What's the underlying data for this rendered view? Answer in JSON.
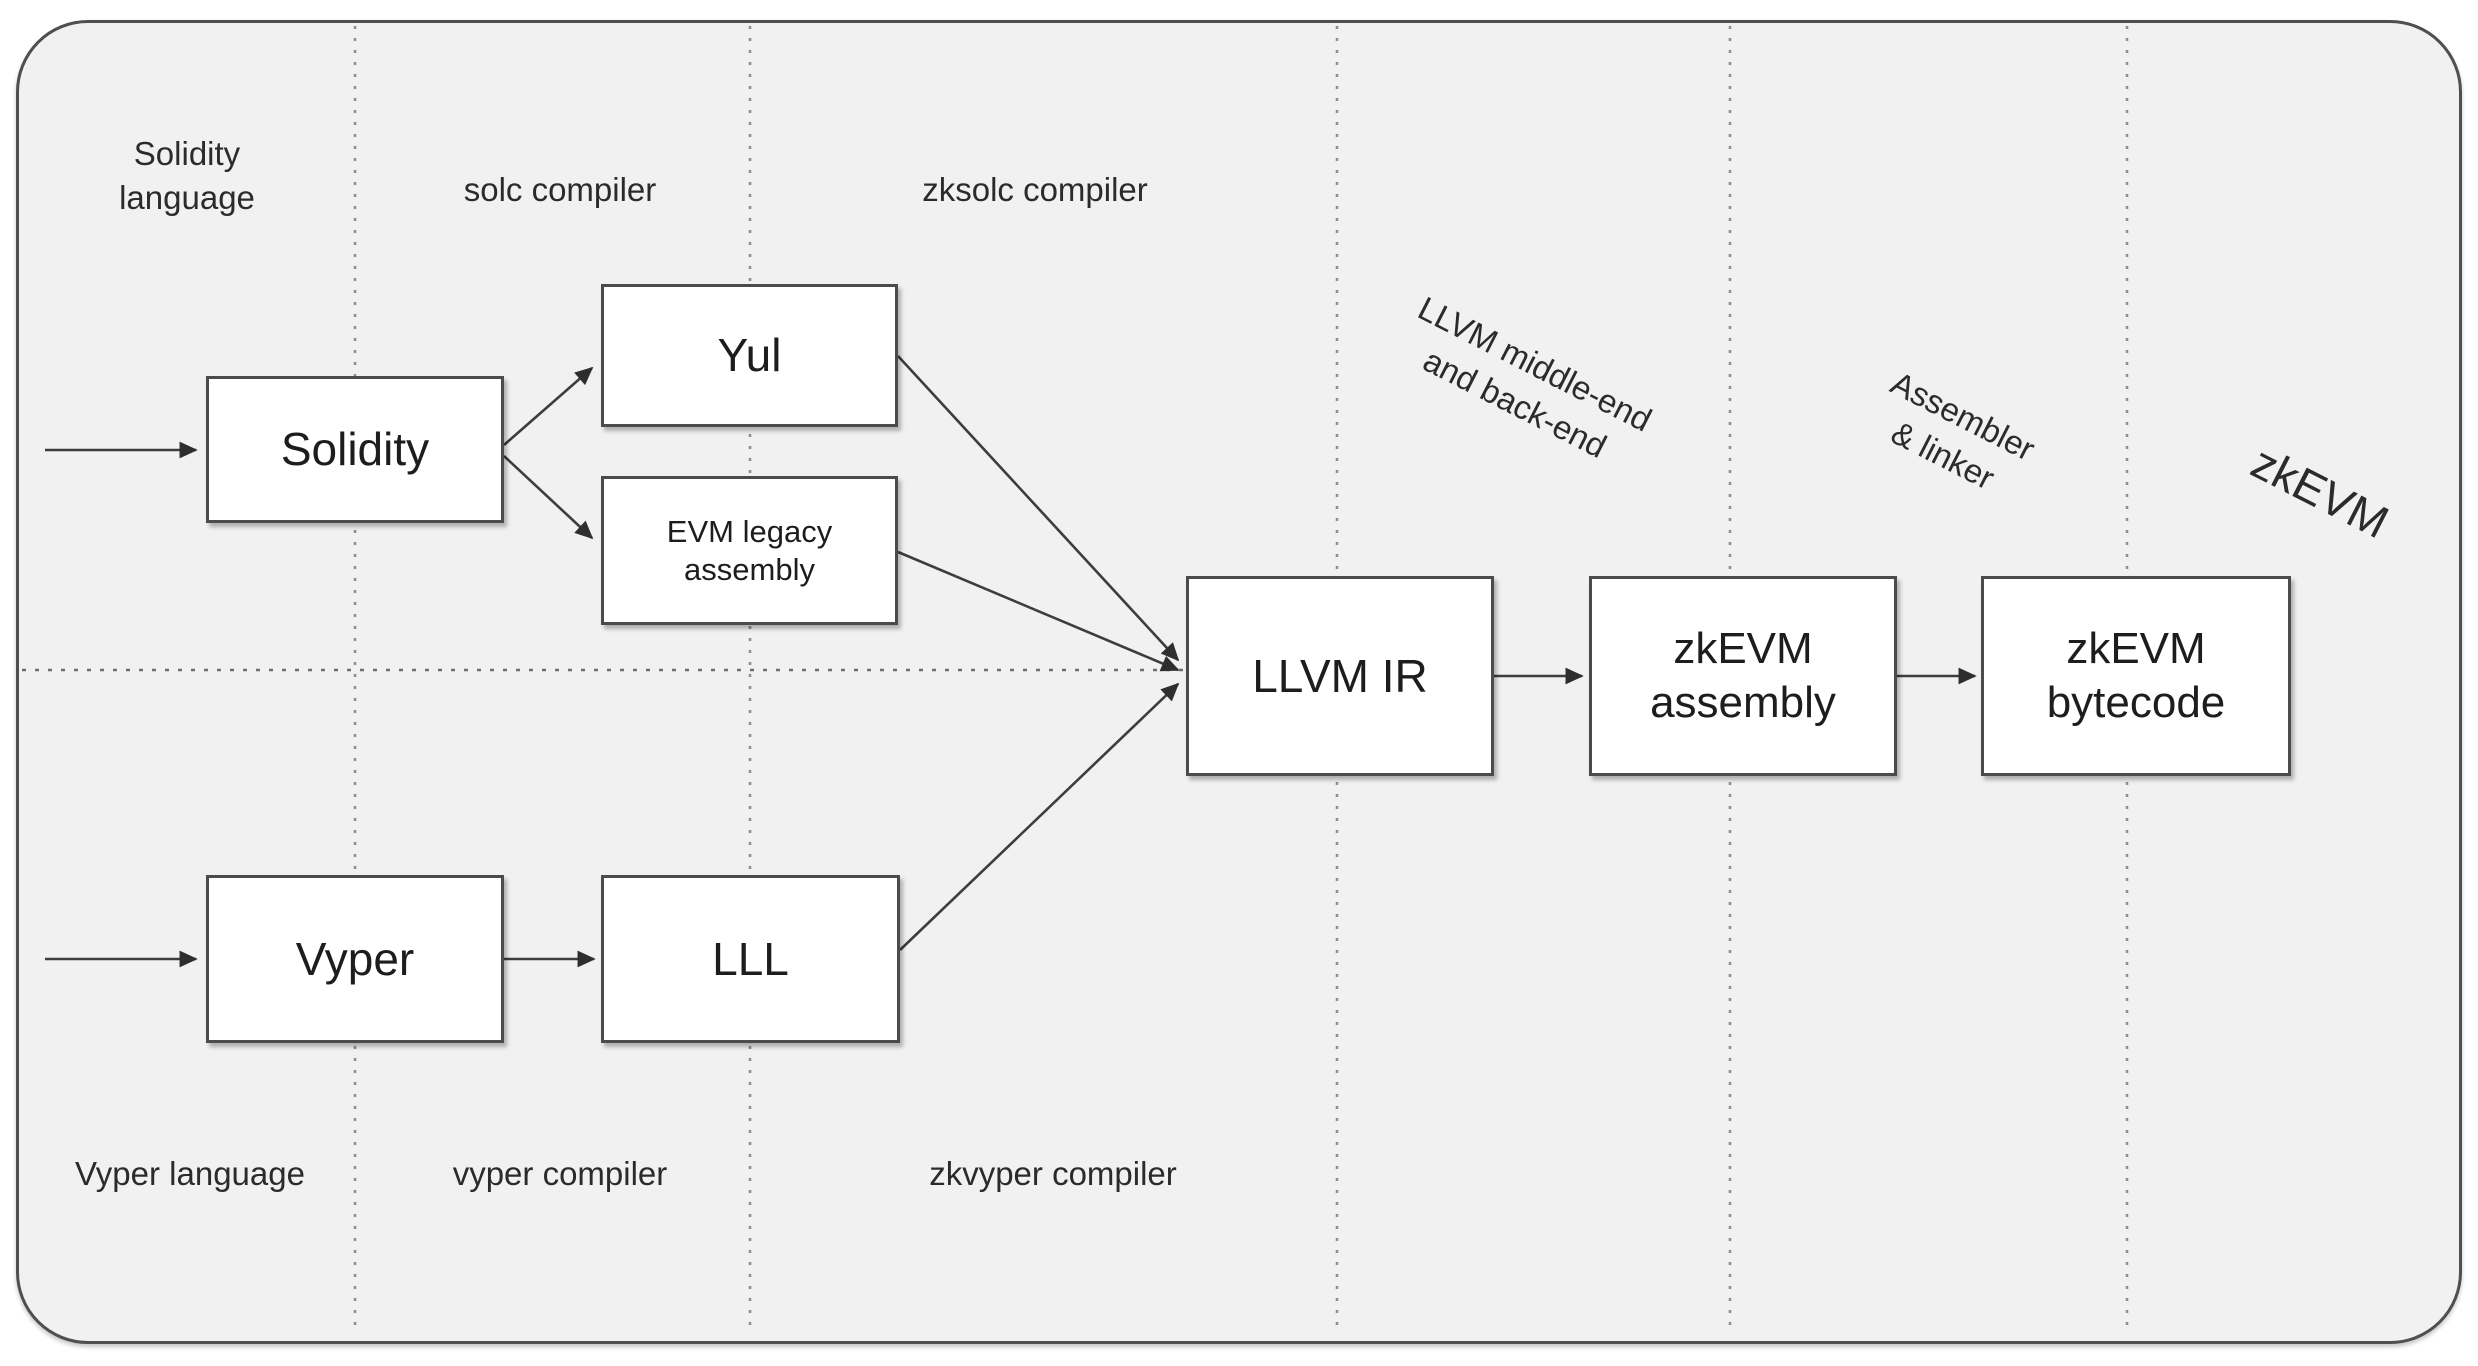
{
  "diagram": {
    "title_hint": "Solidity and Vyper compilation pipeline to zkEVM bytecode",
    "colors": {
      "canvas_fill": "#f1f1f2",
      "canvas_border": "#4f4f4f",
      "node_fill": "#ffffff",
      "node_border": "#4b4b4b",
      "arrow": "#3d3d3d",
      "dashed_separator": "#8f8f8f",
      "dotted_divider": "#6e6e6e",
      "text": "#2b2b2b"
    },
    "zones": {
      "solidity_language": {
        "line1": "Solidity",
        "line2": "language"
      },
      "solc_compiler": {
        "label": "solc compiler"
      },
      "zksolc_compiler": {
        "label": "zksolc compiler"
      },
      "llvm_stage": {
        "line1": "LLVM middle-end",
        "line2": "and back-end"
      },
      "assembler_stage": {
        "line1": "Assembler",
        "line2": "& linker"
      },
      "zkevm_stage": {
        "label": "zkEVM"
      },
      "vyper_language": {
        "label": "Vyper language"
      },
      "vyper_compiler": {
        "label": "vyper compiler"
      },
      "zkvyper_compiler": {
        "label": "zkvyper compiler"
      }
    },
    "nodes": {
      "solidity": {
        "label": "Solidity"
      },
      "yul": {
        "label": "Yul"
      },
      "evm_legacy": {
        "line1": "EVM legacy",
        "line2": "assembly"
      },
      "vyper": {
        "label": "Vyper"
      },
      "lll": {
        "label": "LLL"
      },
      "llvm_ir": {
        "label": "LLVM IR"
      },
      "zkevm_assembly": {
        "line1": "zkEVM",
        "line2": "assembly"
      },
      "zkevm_bytecode": {
        "line1": "zkEVM",
        "line2": "bytecode"
      }
    }
  }
}
